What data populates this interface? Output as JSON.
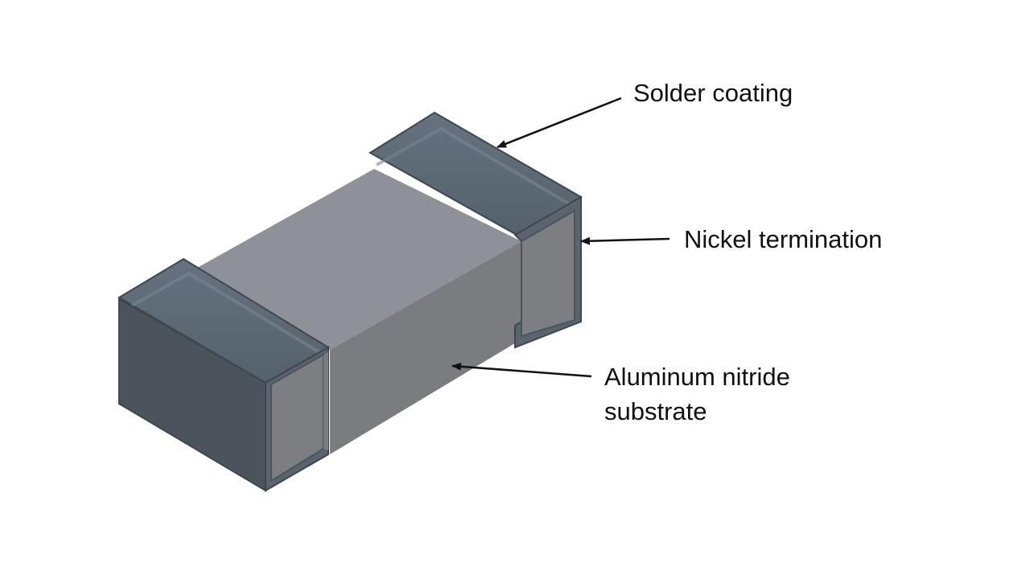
{
  "labels": {
    "solder": "Solder coating",
    "nickel": "Nickel termination",
    "substrate_line1": "Aluminum nitride",
    "substrate_line2": "substrate"
  },
  "colors": {
    "substrate_top": "#8e9197",
    "substrate_side": "#7b7c80",
    "cap_top": "#5b6673",
    "cap_front": "#4b535d",
    "cap_edge": "#3e4650",
    "arrow": "#111111"
  }
}
